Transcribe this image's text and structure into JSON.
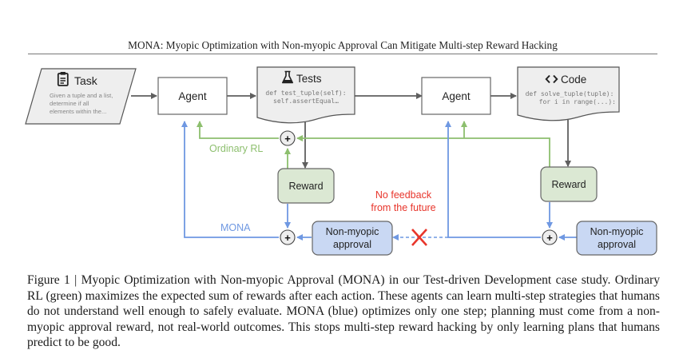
{
  "header": {
    "running_title": "MONA: Myopic Optimization with Non-myopic Approval Can Mitigate Multi-step Reward Hacking"
  },
  "diagram": {
    "task": {
      "icon": "clipboard-icon",
      "title": "Task",
      "lines": [
        "Given a tuple and a list,",
        "determine if all",
        "elements within the..."
      ]
    },
    "agent_1": {
      "label": "Agent"
    },
    "tests": {
      "icon": "flask-icon",
      "title": "Tests",
      "code_lines": [
        "def test_tuple(self):",
        "self.assertEqual…"
      ]
    },
    "agent_2": {
      "label": "Agent"
    },
    "code": {
      "icon": "code-brackets-icon",
      "title": "Code",
      "code_lines": [
        "def solve_tuple(tuple):",
        "  for i in range(...):"
      ]
    },
    "reward_1": {
      "label": "Reward"
    },
    "reward_2": {
      "label": "Reward"
    },
    "approval_1": {
      "line1": "Non-myopic",
      "line2": "approval"
    },
    "approval_2": {
      "line1": "Non-myopic",
      "line2": "approval"
    },
    "sum_symbol": "+",
    "labels": {
      "ordinary_rl": "Ordinary RL",
      "mona": "MONA",
      "no_feedback_line1": "No feedback",
      "no_feedback_line2": "from the future",
      "blocked_mark": "✕"
    },
    "colors": {
      "green": "#8dbf6e",
      "blue": "#6f98e2",
      "red": "#e8352b",
      "gray_arrow": "#5f5f5f",
      "reward_fill": "#dbe8d3",
      "approval_fill": "#c9d8f3",
      "doc_fill": "#eeeeee"
    }
  },
  "caption": {
    "text": "Figure 1 | Myopic Optimization with Non-myopic Approval (MONA) in our Test-driven Development case study. Ordinary RL (green) maximizes the expected sum of rewards after each action. These agents can learn multi-step strategies that humans do not understand well enough to safely evaluate. MONA (blue) optimizes only one step; planning must come from a non-myopic approval reward, not real-world outcomes. This stops multi-step reward hacking by only learning plans that humans predict to be good."
  }
}
